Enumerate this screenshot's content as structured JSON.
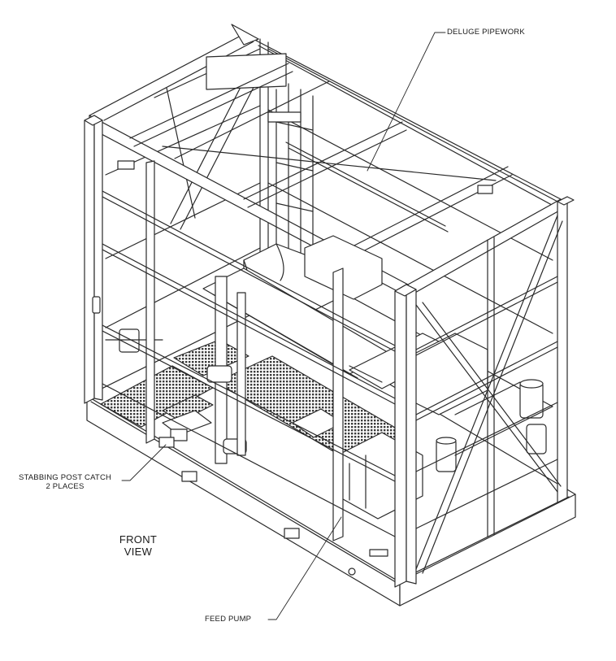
{
  "labels": {
    "deluge_pipework": "DELUGE PIPEWORK",
    "stabbing_post_catch_line1": "STABBING POST CATCH",
    "stabbing_post_catch_line2": "2 PLACES",
    "front_view_line1": "FRONT",
    "front_view_line2": "VIEW",
    "feed_pump": "FEED PUMP"
  },
  "colors": {
    "line": "#2a2a2a",
    "fill_light": "#ffffff",
    "grating": "#3a3a3a"
  }
}
